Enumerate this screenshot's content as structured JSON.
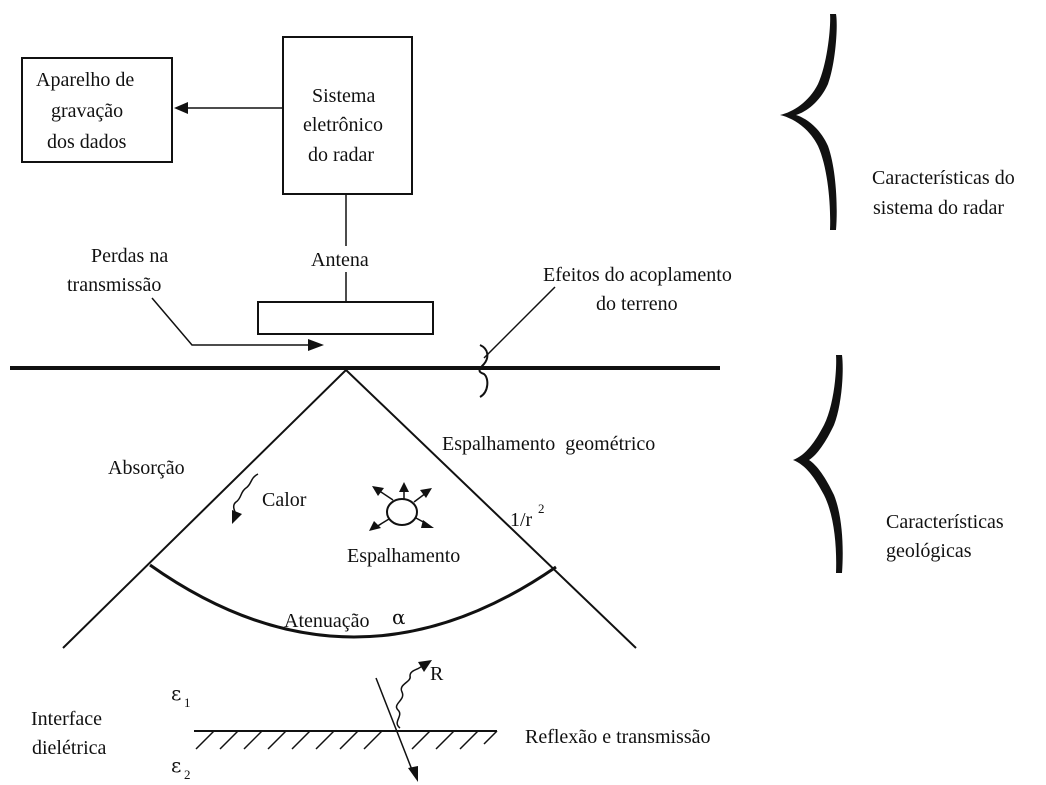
{
  "labels": {
    "recorder_line1": "Aparelho de",
    "recorder_line2": "gravação",
    "recorder_line3": "dos dados",
    "electronics_line1": "Sistema",
    "electronics_line2": "eletrônico",
    "electronics_line3": "do radar",
    "antenna": "Antena",
    "transmission_loss_line1": "Perdas na",
    "transmission_loss_line2": "transmissão",
    "coupling_line1": "Efeitos do acoplamento",
    "coupling_line2": "do terreno",
    "radar_system_line1": "Características do",
    "radar_system_line2": "sistema do radar",
    "geological_line1": "Características",
    "geological_line2": "geológicas",
    "geometric_spreading": "Espalhamento  geométrico",
    "inverse_square": "1/r",
    "inverse_square_exp": "2",
    "absorption": "Absorção",
    "heat": "Calor",
    "scattering": "Espalhamento",
    "attenuation": "Atenuação",
    "alpha": "α",
    "reflection_symbol": "R",
    "epsilon": "ε",
    "epsilon1_sub": "1",
    "epsilon2_sub": "2",
    "interface_line1": "Interface",
    "interface_line2": "dielétrica",
    "reflection_transmission": "Reflexão e transmissão"
  }
}
